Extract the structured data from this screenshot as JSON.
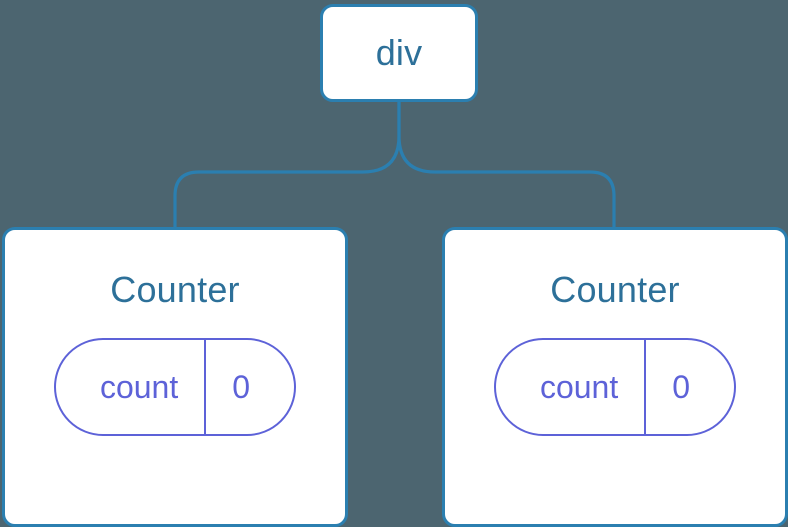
{
  "diagram": {
    "type": "component-tree",
    "background_color": "#4c6570",
    "node_border_color": "#2b7fb0",
    "node_text_color": "#2d7099",
    "state_accent_color": "#5d62d8",
    "connector_color": "#2b7fb0",
    "root": {
      "label": "div"
    },
    "children": [
      {
        "title": "Counter",
        "state": {
          "key": "count",
          "value": "0"
        }
      },
      {
        "title": "Counter",
        "state": {
          "key": "count",
          "value": "0"
        }
      }
    ]
  }
}
